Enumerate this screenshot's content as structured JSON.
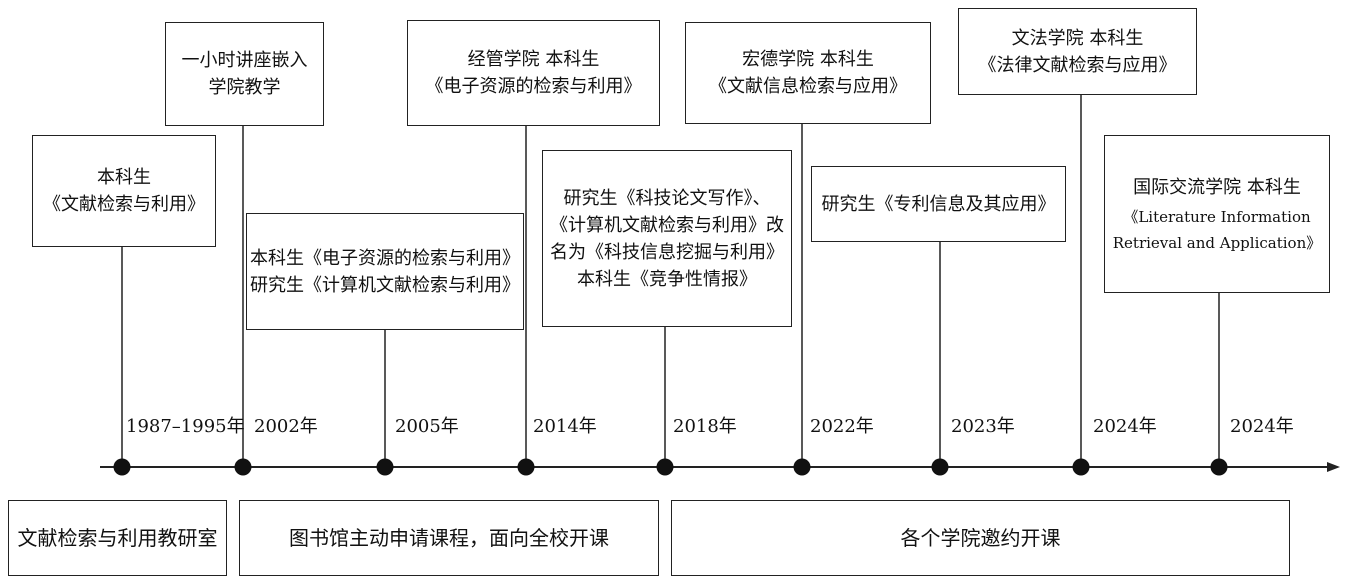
{
  "timeline": {
    "years": [
      "1987–1995年",
      "2002年",
      "2005年",
      "2014年",
      "2018年",
      "2022年",
      "2023年",
      "2024年",
      "2024年"
    ],
    "events": [
      {
        "lines": [
          "本科生",
          "《文献检索与利用》"
        ]
      },
      {
        "lines": [
          "一小时讲座嵌入",
          "学院教学"
        ]
      },
      {
        "lines": [
          "本科生《电子资源的检索与利用》",
          "研究生《计算机文献检索与利用》"
        ]
      },
      {
        "lines": [
          "经管学院 本科生",
          "《电子资源的检索与利用》"
        ]
      },
      {
        "lines": [
          "研究生《科技论文写作》、",
          "《计算机文献检索与利用》改",
          "名为《科技信息挖掘与利用》",
          "本科生《竞争性情报》"
        ]
      },
      {
        "lines": [
          "宏德学院 本科生",
          "《文献信息检索与应用》"
        ]
      },
      {
        "lines": [
          "研究生《专利信息及其应用》"
        ]
      },
      {
        "lines": [
          "文法学院 本科生",
          "《法律文献检索与应用》"
        ]
      },
      {
        "lines": [
          "国际交流学院 本科生",
          "《Literature Information",
          "Retrieval and Application》"
        ]
      }
    ]
  },
  "phases": [
    {
      "label": "文献检索与利用教研室"
    },
    {
      "label": "图书馆主动申请课程，面向全校开课"
    },
    {
      "label": "各个学院邀约开课"
    }
  ]
}
